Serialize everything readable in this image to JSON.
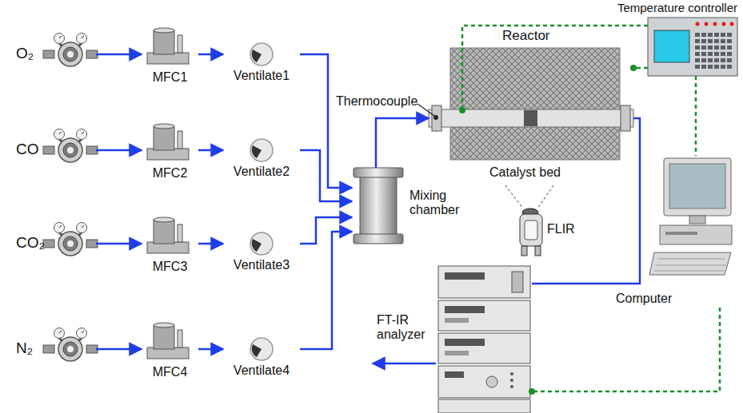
{
  "diagram": {
    "nodes": [
      {
        "text": [
          "O₂"
        ]
      },
      {
        "text": [
          "MFC1"
        ]
      },
      {
        "text": [
          "Ventilate1"
        ]
      },
      {
        "text": [
          "CO"
        ]
      },
      {
        "text": [
          "MFC2"
        ]
      },
      {
        "text": [
          "Ventilate2"
        ]
      },
      {
        "text": [
          "CO₂"
        ]
      },
      {
        "text": [
          "MFC3"
        ]
      },
      {
        "text": [
          "Ventilate3"
        ]
      },
      {
        "text": [
          "N₂"
        ]
      },
      {
        "text": [
          "MFC4"
        ]
      },
      {
        "text": [
          "Ventilate4"
        ]
      },
      {
        "text": [
          "Mixing chamber"
        ]
      },
      {
        "text": [
          "Reactor"
        ]
      },
      {
        "text": [
          "Temperature controller"
        ]
      },
      {
        "text": [
          "FT-IR analyzer"
        ]
      },
      {
        "text": [
          "Computer"
        ]
      },
      {
        "text": [
          "FLIR"
        ]
      }
    ],
    "edges": [
      {
        "from": 0,
        "to": 1,
        "arrow": "to"
      },
      {
        "from": 1,
        "to": 2,
        "arrow": "to"
      },
      {
        "from": 2,
        "to": 12,
        "arrow": "to"
      },
      {
        "from": 3,
        "to": 4,
        "arrow": "to"
      },
      {
        "from": 4,
        "to": 5,
        "arrow": "to"
      },
      {
        "from": 5,
        "to": 12,
        "arrow": "to"
      },
      {
        "from": 6,
        "to": 7,
        "arrow": "to"
      },
      {
        "from": 7,
        "to": 8,
        "arrow": "to"
      },
      {
        "from": 8,
        "to": 12,
        "arrow": "to"
      },
      {
        "from": 9,
        "to": 10,
        "arrow": "to"
      },
      {
        "from": 10,
        "to": 11,
        "arrow": "to"
      },
      {
        "from": 11,
        "to": 12,
        "arrow": "to"
      },
      {
        "from": 12,
        "to": 13,
        "arrow": "to"
      },
      {
        "from": 13,
        "to": 15,
        "arrow": "none"
      },
      {
        "from": 14,
        "to": 13,
        "arrow": "none"
      },
      {
        "from": 14,
        "to": 13,
        "arrow": "none"
      },
      {
        "from": 14,
        "to": 16,
        "arrow": "none"
      },
      {
        "from": 16,
        "to": 15,
        "arrow": "none"
      }
    ],
    "labels": [
      "Thermocouple",
      "Catalyst bed"
    ]
  }
}
